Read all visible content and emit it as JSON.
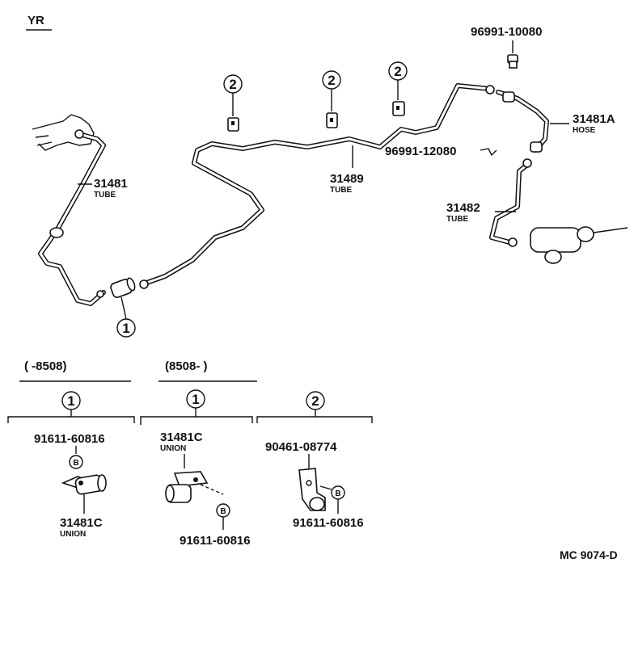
{
  "header": {
    "model_code": "YR"
  },
  "footer": {
    "figure_code": "MC 9074-D"
  },
  "callouts": {
    "ref1": "1",
    "ref2": "2",
    "bolt": "B"
  },
  "main_parts": {
    "p31481": {
      "number": "31481",
      "name": "TUBE"
    },
    "p31489": {
      "number": "31489",
      "name": "TUBE"
    },
    "p31481A": {
      "number": "31481A",
      "name": "HOSE"
    },
    "p31482": {
      "number": "31482",
      "name": "TUBE"
    },
    "p96991_10080": {
      "number": "96991-10080"
    },
    "p96991_12080": {
      "number": "96991-12080"
    }
  },
  "variants": {
    "early": {
      "range": "(        -8508)",
      "bolt_part": "91611-60816",
      "union_part": "31481C",
      "union_name": "UNION"
    },
    "late": {
      "range": "(8508-         )",
      "union_part": "31481C",
      "union_name": "UNION",
      "bolt_part": "91611-60816"
    },
    "clamp": {
      "clip_part": "90461-08774",
      "bolt_part": "91611-60816"
    }
  }
}
